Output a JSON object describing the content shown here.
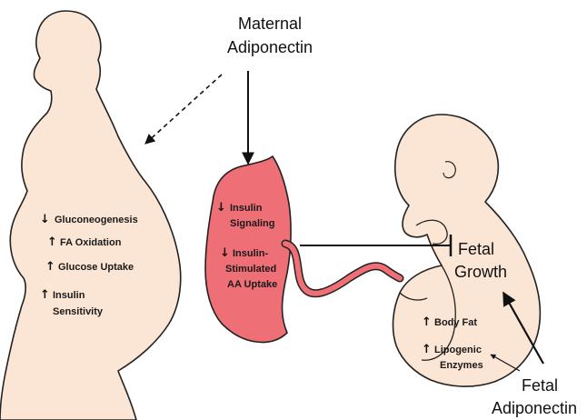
{
  "colors": {
    "skin": "#fbe5d4",
    "outline": "#222222",
    "placenta": "#ee6f76",
    "cord": "#ee6f76",
    "text": "#1a1a1a"
  },
  "maternal_adiponectin": {
    "line1": "Maternal",
    "line2": "Adiponectin"
  },
  "mother_effects": {
    "gluconeogenesis": {
      "arrow": "↓",
      "text": "Gluconeogenesis"
    },
    "fa_oxidation": {
      "arrow": "↑",
      "text": "FA Oxidation"
    },
    "glucose_uptake": {
      "arrow": "↑",
      "text": "Glucose Uptake"
    },
    "insulin_sensitivity": {
      "arrow": "↑",
      "line1": "Insulin",
      "line2": "Sensitivity"
    }
  },
  "placenta_effects": {
    "insulin_signaling": {
      "arrow": "↓",
      "line1": "Insulin",
      "line2": "Signaling"
    },
    "aa_uptake": {
      "arrow": "↓",
      "line1": "Insulin-",
      "line2": "Stimulated",
      "line3": "AA Uptake"
    }
  },
  "fetal_growth": {
    "line1": "Fetal",
    "line2": "Growth"
  },
  "fetus_effects": {
    "body_fat": {
      "arrow": "↑",
      "text": "Body Fat"
    },
    "lipogenic_enzymes": {
      "arrow": "↑",
      "line1": "Lipogenic",
      "line2": "Enzymes"
    }
  },
  "fetal_adiponectin": {
    "line1": "Fetal",
    "line2": "Adiponectin"
  },
  "icons": [
    "pregnant-woman-silhouette",
    "placenta-shape",
    "umbilical-cord",
    "fetus-silhouette",
    "arrow",
    "inhibition-arrow"
  ]
}
